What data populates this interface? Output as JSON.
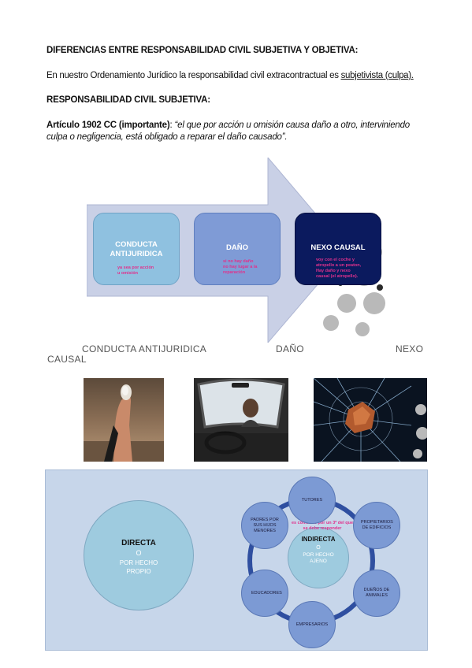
{
  "heading1": "DIFERENCIAS ENTRE RESPONSABILIDAD CIVIL SUBJETIVA Y OBJETIVA:",
  "para1_text": "En nuestro Ordenamiento Jurídico la responsabilidad civil extracontractual es ",
  "para1_link": "subjetivista (culpa).",
  "heading2": "RESPONSABILIDAD CIVIL SUBJETIVA:",
  "article": {
    "ref": "Artículo 1902 CC (importante)",
    "sep": ": ",
    "quote": "“el que por acción u omisión causa daño a otro, interviniendo culpa o negligencia, está obligado a reparar el daño causado”."
  },
  "diagram1": {
    "boxes": [
      {
        "title": "CONDUCTA ANTIJURIDICA",
        "sub": "ya sea por acción u omisión"
      },
      {
        "title": "DAÑO",
        "sub": "si no hay daño no hay lugar a la reparación"
      },
      {
        "title": "NEXO CAUSAL",
        "sub": "voy con el coche y atropello a un peaton, Hay daño y nexo causal (el atropello)."
      }
    ],
    "colors": {
      "arrow": "#c9d0e6",
      "box1": "#8fc1e0",
      "box2": "#7f9bd6",
      "box3": "#0b1a5e"
    }
  },
  "labels_row": {
    "conducta": "CONDUCTA ANTIJURIDICA",
    "dano": "DAÑO",
    "nexo": "NEXO",
    "causal": "CAUSAL"
  },
  "photos": [
    {
      "icon": "hand-holding-stone-photo"
    },
    {
      "icon": "car-driver-photo"
    },
    {
      "icon": "stone-breaking-glass-photo"
    }
  ],
  "diagram2": {
    "directa_title": "DIRECTA",
    "directa_o": "O",
    "directa_sub": "POR HECHO PROPIO",
    "indirecta_title": "INDIRECTA",
    "indirecta_o": "O",
    "indirecta_sub": "POR HECHO AJENO",
    "note": "es cometido por un 3º del que se debe responder",
    "satellites": {
      "tutores": "TUTORES",
      "propietarios": "PROPIETARIOS DE EDIFICIOS",
      "duenos": "DUEÑOS DE ANIMALES",
      "empresarios": "EMPRESARIOS",
      "educadores": "EDUCADORES",
      "padres": "PADRES POR SUS HIJOS MENORES"
    }
  }
}
